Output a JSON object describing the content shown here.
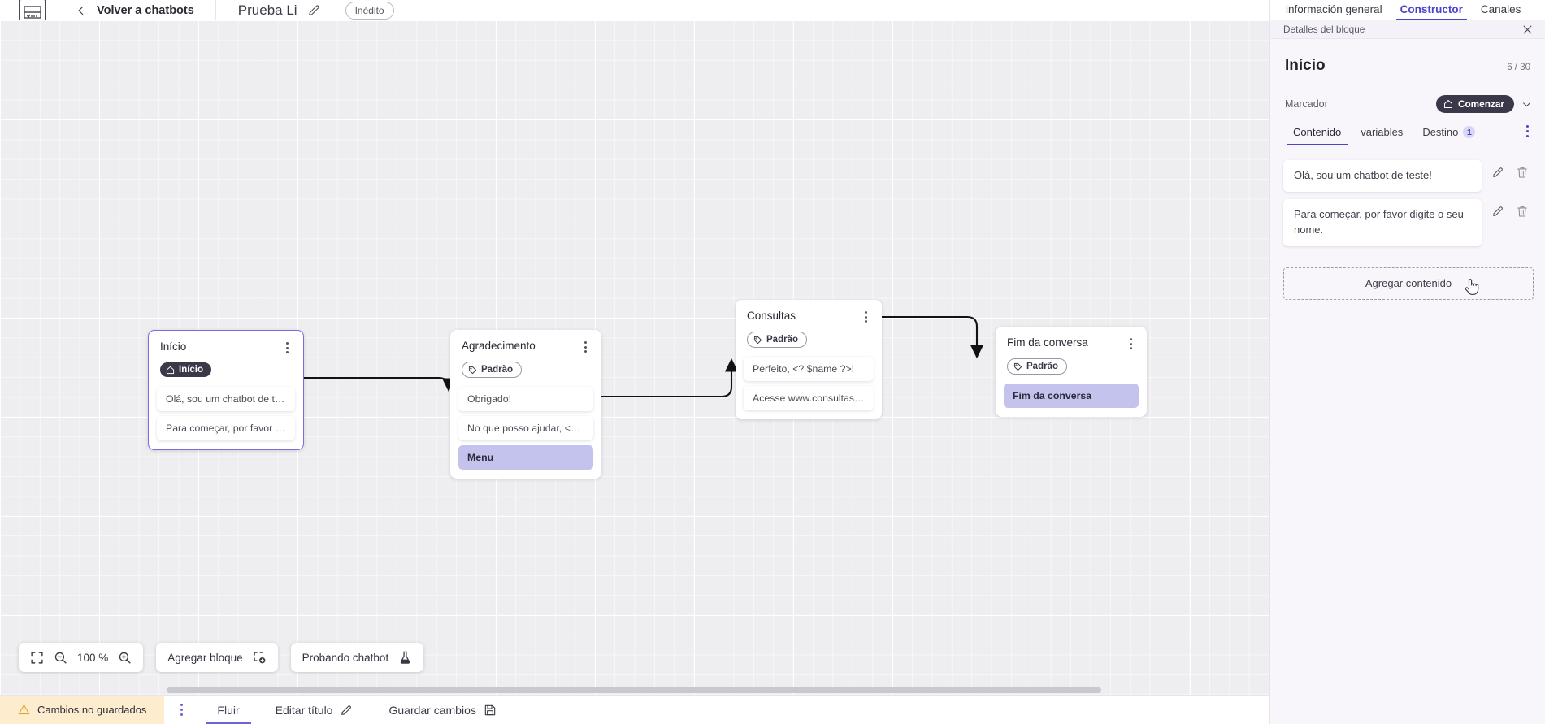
{
  "topbar": {
    "logo_icon": "via-logo-icon",
    "back_icon": "chevron-left-icon",
    "back_label": "Volver a chatbots",
    "doc_title": "Prueba Li",
    "edit_icon": "pencil-icon",
    "publish_status": "Inédito"
  },
  "canvas": {
    "nodes": [
      {
        "id": "inicio",
        "title": "Início",
        "tag": "Início",
        "tag_style": "dark",
        "tag_icon": "home-icon",
        "selected": true,
        "messages": [
          {
            "text": "Olá, sou um chatbot de teste!",
            "highlight": false
          },
          {
            "text": "Para começar, por favor digite o ...",
            "highlight": false
          }
        ]
      },
      {
        "id": "agradecimento",
        "title": "Agradecimento",
        "tag": "Padrão",
        "tag_style": "light",
        "tag_icon": "tag-icon",
        "selected": false,
        "messages": [
          {
            "text": "Obrigado!",
            "highlight": false
          },
          {
            "text": "No que posso ajudar, <? $name ...",
            "highlight": false
          },
          {
            "text": "Menu",
            "highlight": true
          }
        ]
      },
      {
        "id": "consultas",
        "title": "Consultas",
        "tag": "Padrão",
        "tag_style": "light",
        "tag_icon": "tag-icon",
        "selected": false,
        "messages": [
          {
            "text": "Perfeito, <? $name ?>!",
            "highlight": false
          },
          {
            "text": "Acesse www.consultas.com par...",
            "highlight": false
          }
        ]
      },
      {
        "id": "fim",
        "title": "Fim da conversa",
        "tag": "Padrão",
        "tag_style": "light",
        "tag_icon": "tag-icon",
        "selected": false,
        "messages": [
          {
            "text": "Fim da conversa",
            "highlight": true
          }
        ]
      }
    ],
    "toolbar": {
      "fit_icon": "fit-screen-icon",
      "zoom_out_icon": "zoom-out-icon",
      "zoom_level": "100 %",
      "zoom_in_icon": "zoom-in-icon",
      "add_block_label": "Agregar bloque",
      "add_block_icon": "add-block-icon",
      "test_chatbot_label": "Probando chatbot",
      "test_chatbot_icon": "flask-icon"
    }
  },
  "statusbar": {
    "warning_icon": "warning-triangle-icon",
    "unsaved_label": "Cambios no guardados",
    "kebab_icon": "kebab-menu-icon",
    "tabs": [
      {
        "label": "Fluir",
        "icon": null,
        "active": true
      },
      {
        "label": "Editar título",
        "icon": "pencil-icon",
        "active": false
      },
      {
        "label": "Guardar cambios",
        "icon": "save-disk-icon",
        "active": false
      }
    ]
  },
  "panel": {
    "top_tabs": [
      {
        "label": "información general",
        "active": false
      },
      {
        "label": "Constructor",
        "active": true
      },
      {
        "label": "Canales",
        "active": false
      }
    ],
    "subheader": "Detalles del bloque",
    "close_icon": "close-icon",
    "title": "Início",
    "counter": "6 / 30",
    "marcador_label": "Marcador",
    "marcador_chip": "Comenzar",
    "marcador_chip_icon": "home-icon",
    "marcador_caret_icon": "chevron-down-icon",
    "content_tabs": [
      {
        "label": "Contenido",
        "badge": null,
        "active": true
      },
      {
        "label": "variables",
        "badge": null,
        "active": false
      },
      {
        "label": "Destino",
        "badge": "1",
        "active": false
      }
    ],
    "content_kebab_icon": "kebab-menu-icon",
    "content_items": [
      {
        "text": "Olá, sou um chatbot de teste!",
        "edit_icon": "pencil-icon",
        "delete_icon": "trash-icon"
      },
      {
        "text": "Para começar, por favor digite o seu nome.",
        "edit_icon": "pencil-icon",
        "delete_icon": "trash-icon"
      }
    ],
    "add_content_label": "Agregar contenido"
  },
  "colors": {
    "accent": "#4b44c9",
    "dark_chip": "#3b3949",
    "highlight_msg": "#c3c3ee",
    "warning_bg": "#fdeccd",
    "canvas_bg": "#eeeef0",
    "panel_bg": "#f8f6fb"
  }
}
